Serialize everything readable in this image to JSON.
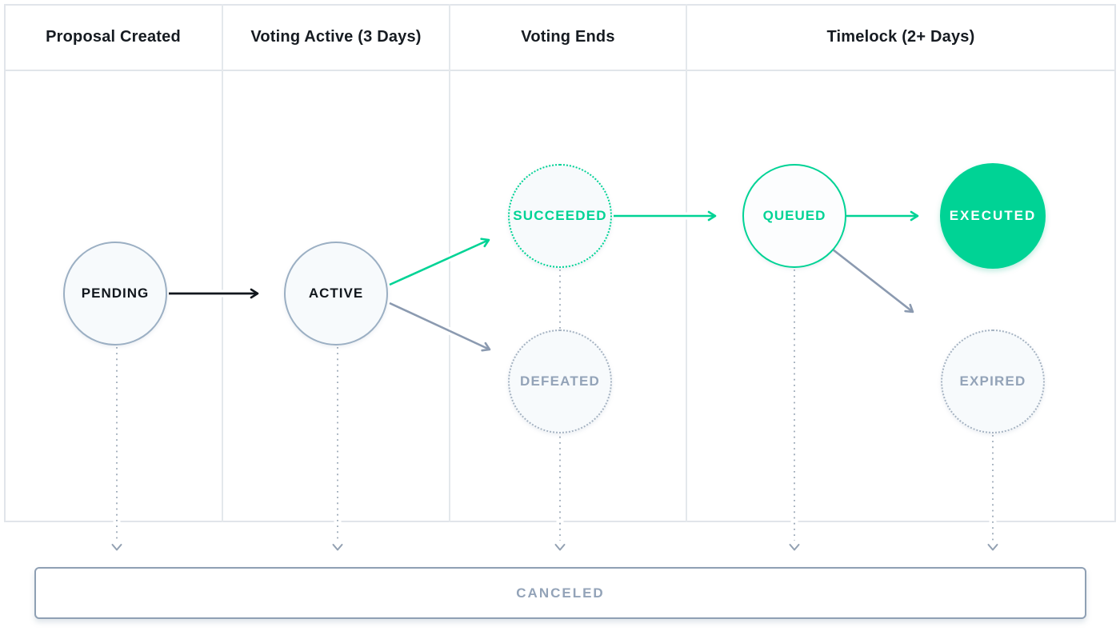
{
  "columns": [
    {
      "label": "Proposal Created"
    },
    {
      "label": "Voting Active (3 Days)"
    },
    {
      "label": "Voting Ends"
    },
    {
      "label": "Timelock (2+ Days)"
    }
  ],
  "states": {
    "pending": {
      "label": "PENDING",
      "style": "neutral-solid"
    },
    "active": {
      "label": "ACTIVE",
      "style": "neutral-solid"
    },
    "succeeded": {
      "label": "SUCCEEDED",
      "style": "success-dotted"
    },
    "defeated": {
      "label": "DEFEATED",
      "style": "inactive-dotted"
    },
    "queued": {
      "label": "QUEUED",
      "style": "success-solid"
    },
    "executed": {
      "label": "EXECUTED",
      "style": "success-filled"
    },
    "expired": {
      "label": "EXPIRED",
      "style": "inactive-dotted"
    },
    "canceled": {
      "label": "CANCELED",
      "style": "inactive-bar"
    }
  },
  "transitions": [
    {
      "from": "PENDING",
      "to": "ACTIVE",
      "style": "black-solid-arrow"
    },
    {
      "from": "ACTIVE",
      "to": "SUCCEEDED",
      "style": "green-solid-arrow"
    },
    {
      "from": "ACTIVE",
      "to": "DEFEATED",
      "style": "gray-solid-arrow"
    },
    {
      "from": "SUCCEEDED",
      "to": "QUEUED",
      "style": "green-solid-arrow"
    },
    {
      "from": "QUEUED",
      "to": "EXECUTED",
      "style": "green-solid-arrow"
    },
    {
      "from": "QUEUED",
      "to": "EXPIRED",
      "style": "gray-solid-arrow"
    },
    {
      "from": "PENDING",
      "to": "CANCELED",
      "style": "dotted-down-arrow"
    },
    {
      "from": "ACTIVE",
      "to": "CANCELED",
      "style": "dotted-down-arrow"
    },
    {
      "from": "SUCCEEDED",
      "to": "CANCELED",
      "style": "dotted-down-arrow"
    },
    {
      "from": "QUEUED",
      "to": "CANCELED",
      "style": "dotted-down-arrow"
    },
    {
      "from": "EXPIRED",
      "to": "CANCELED",
      "style": "dotted-down-arrow"
    }
  ],
  "colors": {
    "green": "#00d395",
    "slate": "#8b9ab0",
    "ink": "#11161c",
    "grid_line": "#e1e5ea",
    "node_fill": "#f7fafc",
    "inactive_text": "#93a3b8"
  }
}
